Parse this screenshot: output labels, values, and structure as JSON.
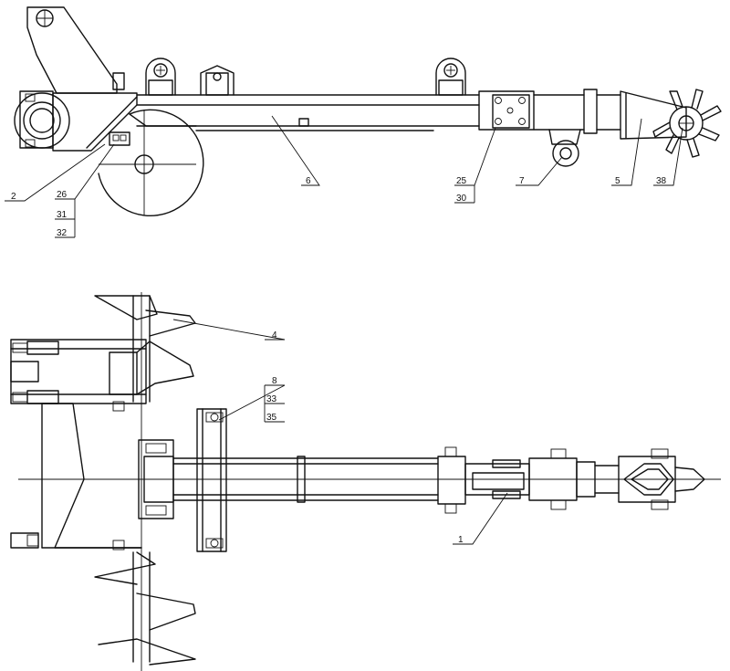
{
  "callouts": [
    {
      "text": "2"
    },
    {
      "text": "26"
    },
    {
      "text": "31"
    },
    {
      "text": "32"
    },
    {
      "text": "6"
    },
    {
      "text": "25"
    },
    {
      "text": "30"
    },
    {
      "text": "7"
    },
    {
      "text": "5"
    },
    {
      "text": "38"
    },
    {
      "text": "4"
    },
    {
      "text": "8"
    },
    {
      "text": "33"
    },
    {
      "text": "35"
    },
    {
      "text": "1"
    }
  ]
}
